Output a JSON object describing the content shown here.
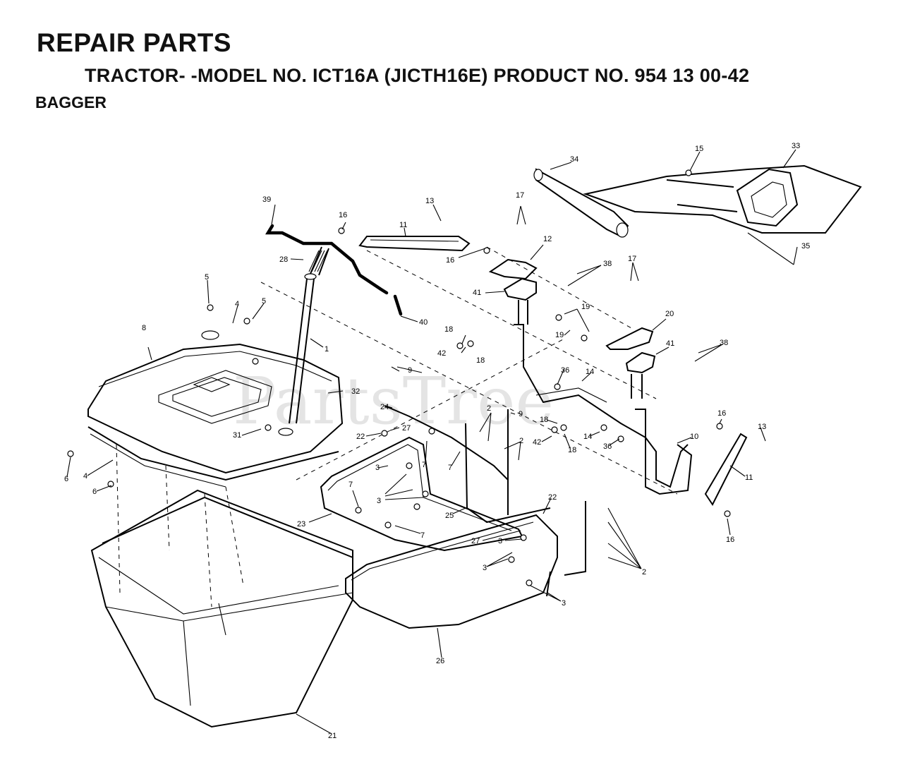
{
  "header": {
    "title": "REPAIR PARTS",
    "subtitle": "TRACTOR- -MODEL NO. ICT16A (JICTH16E) PRODUCT NO. 954 13 00-42",
    "section": "BAGGER"
  },
  "watermark": "PartsTree",
  "callouts": [
    "1",
    "2",
    "3",
    "4",
    "5",
    "6",
    "7",
    "8",
    "9",
    "10",
    "11",
    "12",
    "13",
    "14",
    "15",
    "16",
    "17",
    "18",
    "19",
    "20",
    "21",
    "22",
    "23",
    "24",
    "25",
    "26",
    "27",
    "28",
    "31",
    "32",
    "33",
    "34",
    "35",
    "36",
    "38",
    "39",
    "40",
    "41",
    "42"
  ]
}
